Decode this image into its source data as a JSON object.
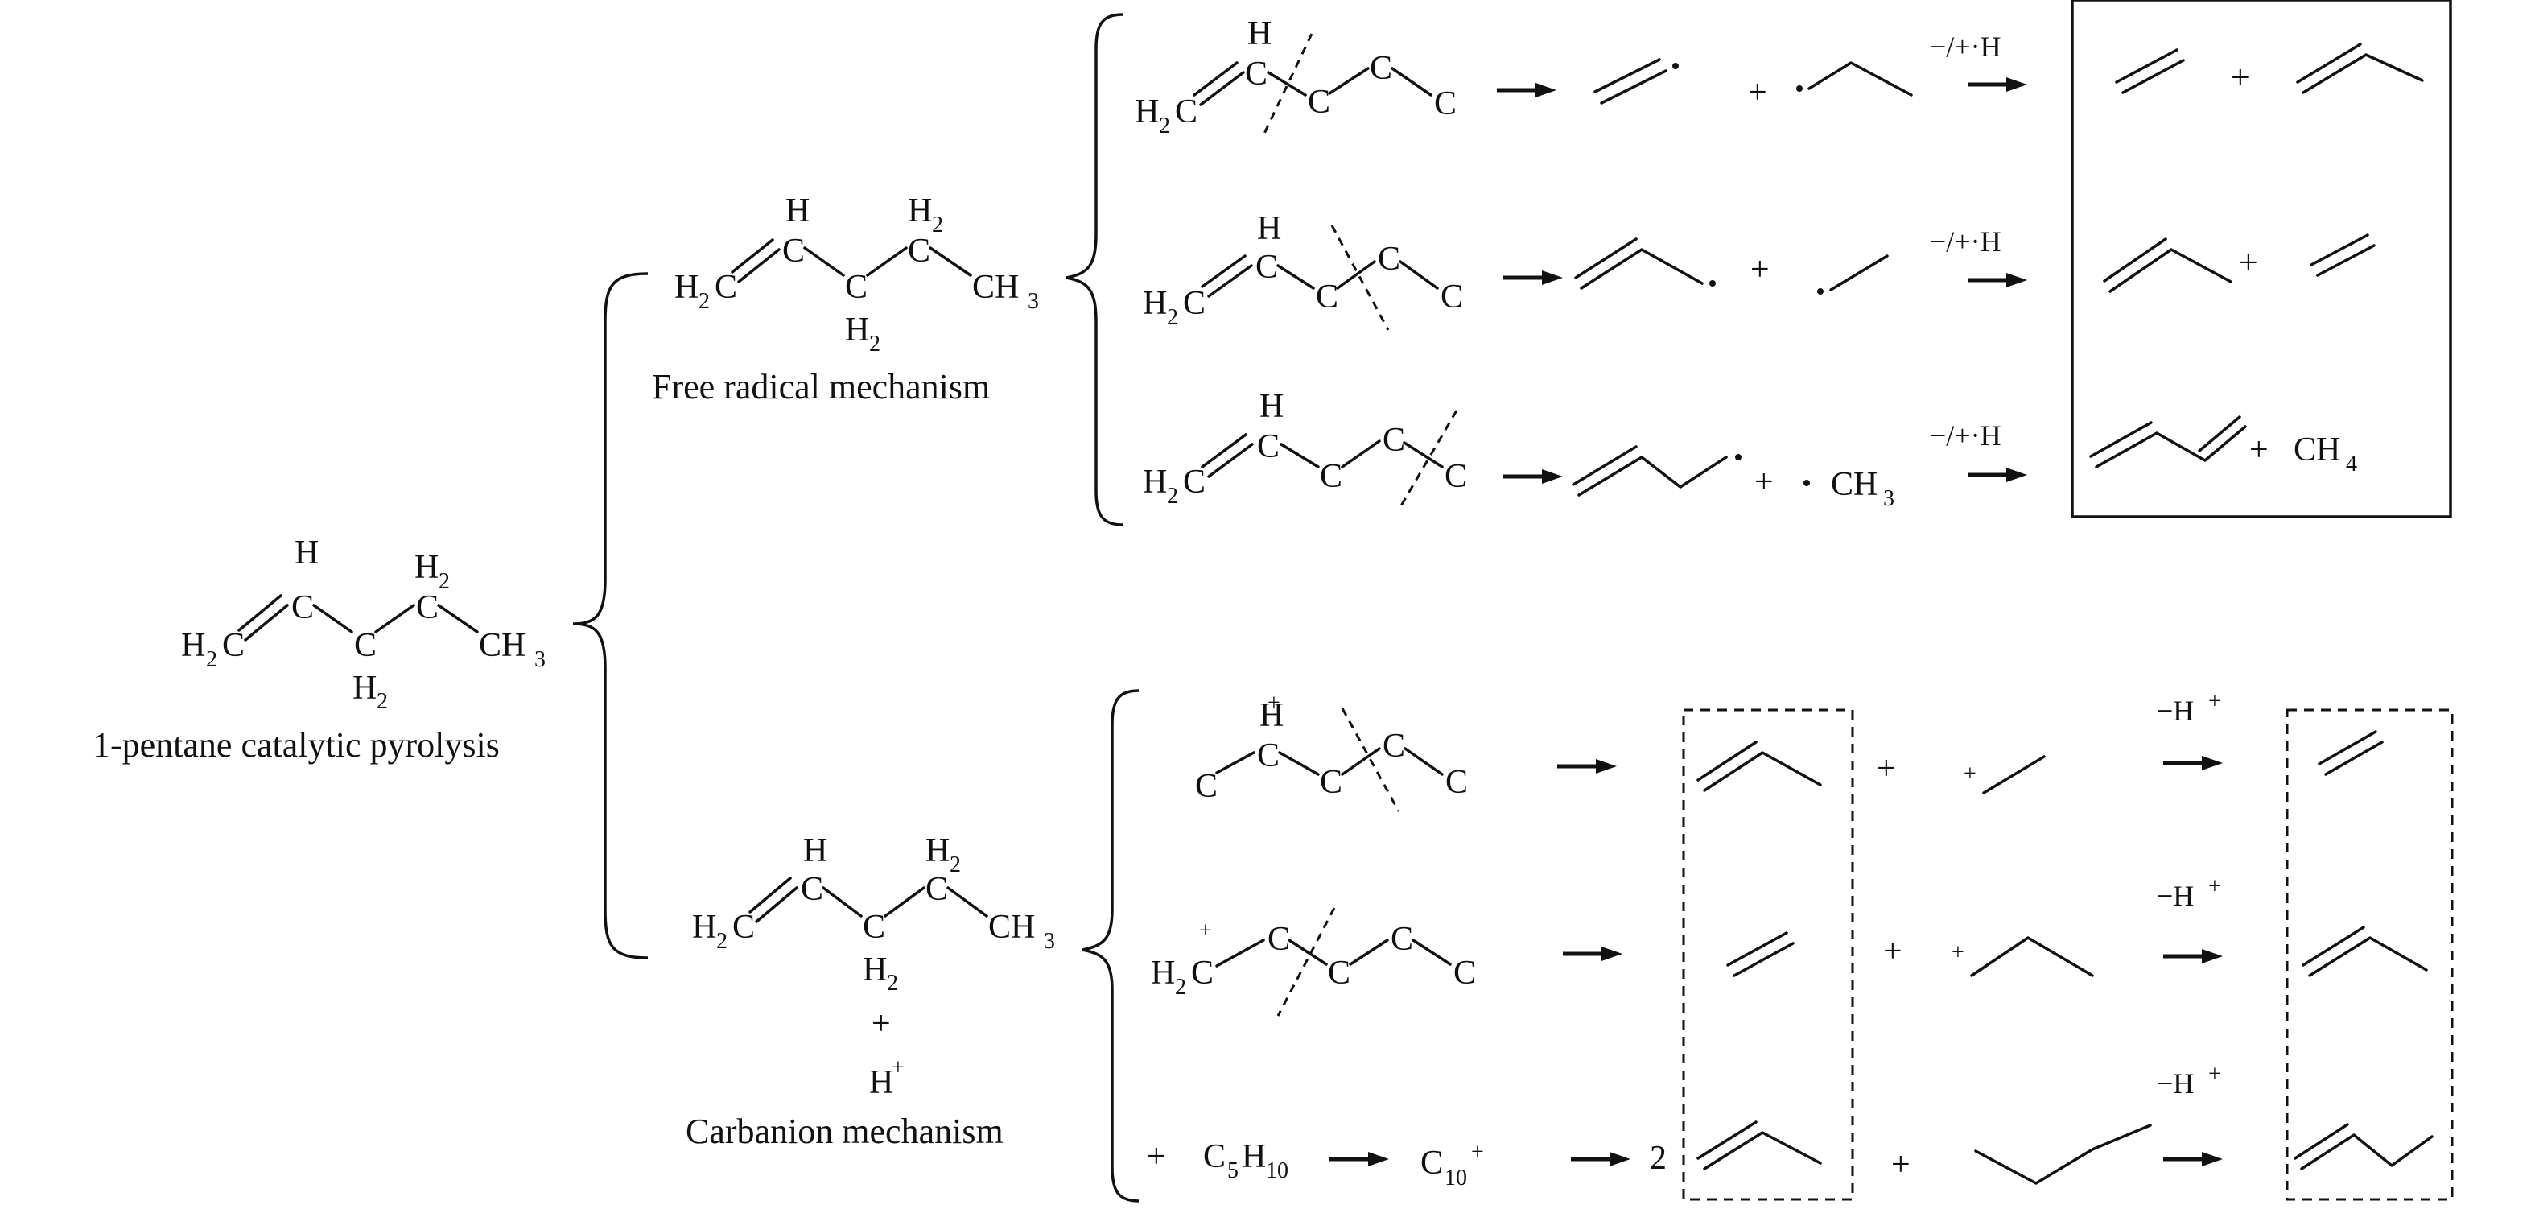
{
  "start": {
    "caption": "1-pentane catalytic pyrolysis",
    "formula": {
      "h_top": "H",
      "c1": "C",
      "c2": "C",
      "h_top2": "H",
      "c_last": "CH",
      "sub_last": "3",
      "h2a": "H",
      "h2a_sub": "2",
      "h2b": "H",
      "h2b_sub": "2",
      "c_mid": "C",
      "start_h2c": "H",
      "start_h2c_sub": "2",
      "start_c": "C"
    }
  },
  "free_radical": {
    "caption": "Free radical mechanism",
    "step_label": "−/+·H",
    "ch3_label": "CH",
    "ch3_sub": "3",
    "ch4_label": "CH",
    "ch4_sub": "4"
  },
  "carbanion": {
    "caption": "Carbanion mechanism",
    "proton": "H",
    "proton_charge": "+",
    "plus": "+",
    "step_label": "−H",
    "step_charge": "+",
    "c5h10": "C",
    "c5h10_sub5": "5",
    "c5h10_h": "H",
    "c5h10_sub10": "10",
    "c10": "C",
    "c10_sub": "10",
    "c10_charge": "+",
    "coefficient": "2"
  },
  "atoms": {
    "C": "C",
    "H": "H",
    "H2": "2",
    "plus": "+",
    "charge": "+"
  }
}
